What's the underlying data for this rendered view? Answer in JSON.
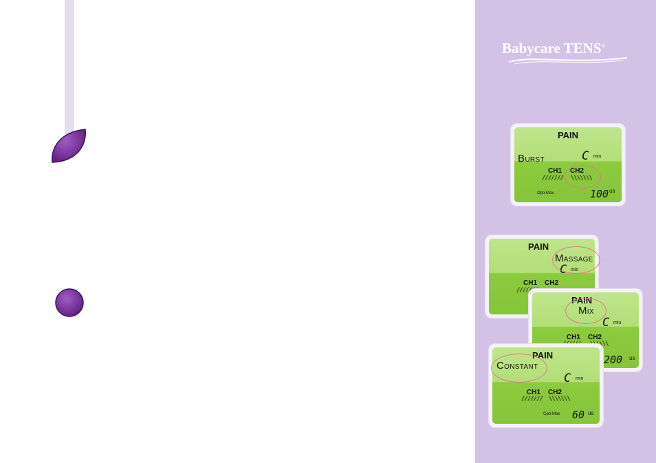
{
  "brand": {
    "name": "Babycare TENS",
    "mark": "®"
  },
  "lcd_burst": {
    "title": "PAIN",
    "mode_cap": "B",
    "mode_rest": "urst",
    "timer": "C",
    "timer_unit": "min",
    "ch1": "CH1",
    "ch2": "CH2",
    "opti": "Opti-Max",
    "pulse": "100",
    "pulse_unit": "us",
    "highlighted": "CH2"
  },
  "lcd_massage": {
    "title": "PAIN",
    "mode_cap": "M",
    "mode_rest": "assage",
    "timer": "C",
    "timer_unit": "min",
    "ch1": "CH1",
    "ch2": "CH2",
    "highlighted": "MASSAGE"
  },
  "lcd_mix": {
    "title": "PAIN",
    "mode_cap": "M",
    "mode_rest": "ix",
    "timer": "C",
    "timer_unit": "min",
    "ch1": "CH1",
    "ch2": "CH2",
    "pulse": "200",
    "pulse_unit": "us",
    "highlighted": "MIX"
  },
  "lcd_constant": {
    "title": "PAIN",
    "mode_cap": "C",
    "mode_rest": "onstant",
    "timer": "C",
    "timer_unit": "min",
    "ch1": "CH1",
    "ch2": "CH2",
    "opti": "Opti-Max",
    "pulse": "60",
    "pulse_unit": "us",
    "highlighted": "CONSTANT"
  },
  "colors": {
    "sidebar": "#d3c2e6",
    "accent_purple": "#7a2e9c",
    "lcd_green": "#8ccb3e",
    "highlight_ring": "#e07890"
  },
  "icons": [
    "leaf-bullet-icon",
    "dot-bullet-icon"
  ]
}
